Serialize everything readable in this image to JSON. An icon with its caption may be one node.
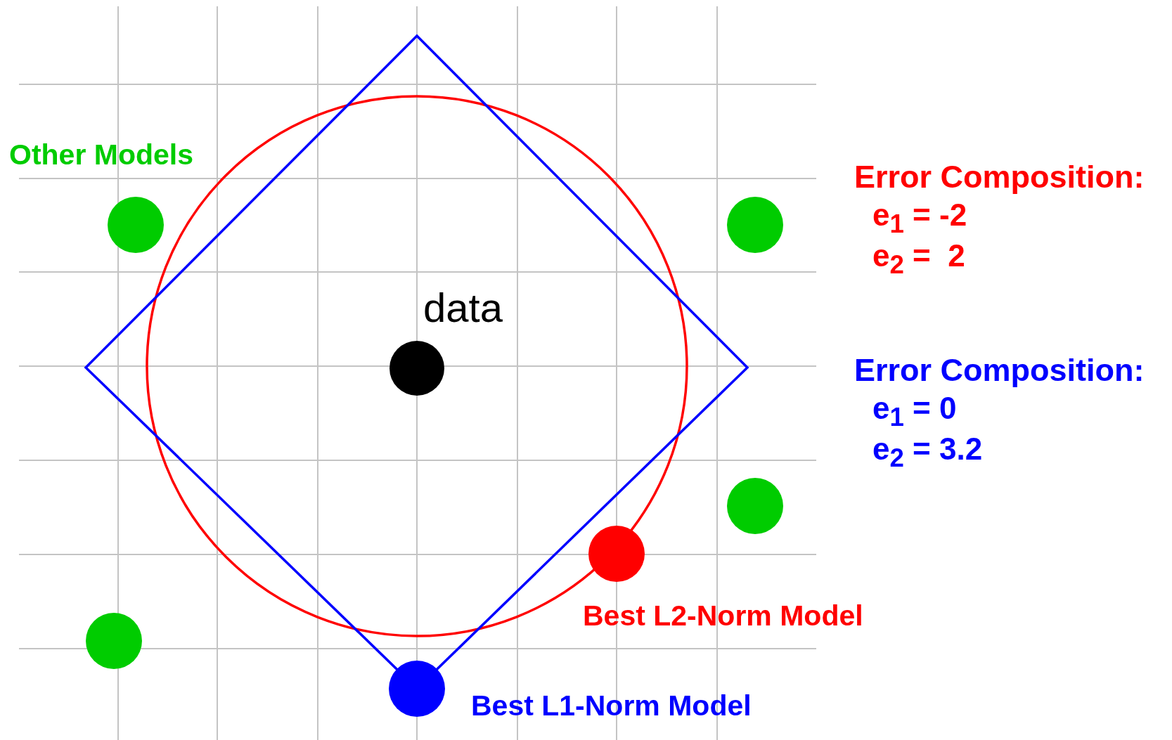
{
  "diagram": {
    "labels": [
      "Other Models",
      "Error Composition:",
      "e$_{1}$ = -2",
      "e$_{2}$ =  2",
      "data",
      "Error Composition:",
      "e$_{1}$ = 0",
      "e$_{2}$ = 3.2",
      "Best L2-Norm Model",
      "Best L1-Norm Model"
    ]
  }
}
